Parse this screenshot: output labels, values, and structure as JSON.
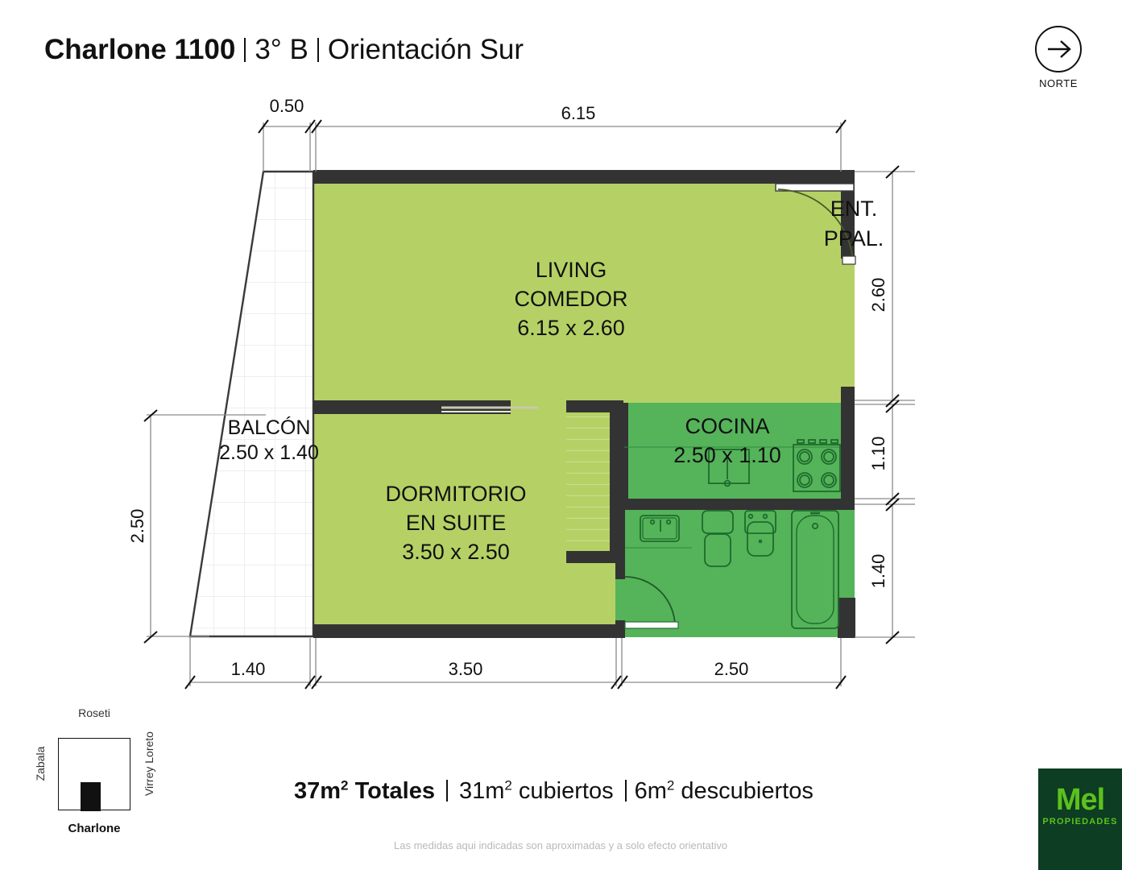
{
  "header": {
    "address": "Charlone 1100",
    "unit": "3° B",
    "orientation": "Orientación Sur"
  },
  "compass": {
    "label": "NORTE",
    "icon": "arrow-right-icon"
  },
  "dimensions": {
    "top": [
      {
        "name": "balcony-width",
        "value": "0.50"
      },
      {
        "name": "main-width",
        "value": "6.15"
      }
    ],
    "bottom": [
      {
        "name": "balcony-depth",
        "value": "1.40"
      },
      {
        "name": "bedroom-width",
        "value": "3.50"
      },
      {
        "name": "service-width",
        "value": "2.50"
      }
    ],
    "left": [
      {
        "name": "balcony-length",
        "value": "2.50"
      }
    ],
    "right": [
      {
        "name": "living-depth",
        "value": "2.60"
      },
      {
        "name": "kitchen-depth",
        "value": "1.10"
      },
      {
        "name": "bathroom-depth",
        "value": "1.40"
      }
    ]
  },
  "rooms": [
    {
      "id": "living",
      "name": "LIVING",
      "name2": "COMEDOR",
      "size": "6.15 x 2.60",
      "color": "#b5d165"
    },
    {
      "id": "dormitorio",
      "name": "DORMITORIO",
      "name2": "EN SUITE",
      "size": "3.50 x 2.50",
      "color": "#b5d165"
    },
    {
      "id": "cocina",
      "name": "COCINA",
      "name2": "",
      "size": "2.50 x 1.10",
      "color": "#55b35a"
    },
    {
      "id": "balcon",
      "name": "BALCÓN",
      "name2": "",
      "size": "2.50 x 1.40",
      "color": "#ffffff"
    }
  ],
  "entrance": {
    "line1": "ENT.",
    "line2": "PPAL."
  },
  "summary": {
    "total_value": "37m",
    "total_sup": "2",
    "total_label": "Totales",
    "covered_value": "31m",
    "covered_sup": "2",
    "covered_label": "cubiertos",
    "uncovered_value": "6m",
    "uncovered_sup": "2",
    "uncovered_label": "descubiertos"
  },
  "disclaimer": "Las medidas aqui indicadas son aproximadas y a solo efecto orientativo",
  "minimap": {
    "street_top": "Roseti",
    "street_left": "Zabala",
    "street_right": "Virrey Loreto",
    "street_bottom": "Charlone"
  },
  "logo": {
    "name": "Mel",
    "subtitle": "PROPIEDADES",
    "bg": "#0d3d22",
    "fg": "#5cc11e"
  },
  "colors": {
    "wall": "#333333",
    "living_green": "#b5d165",
    "wet_green": "#55b35a",
    "dim_line": "#8a8a8a"
  }
}
